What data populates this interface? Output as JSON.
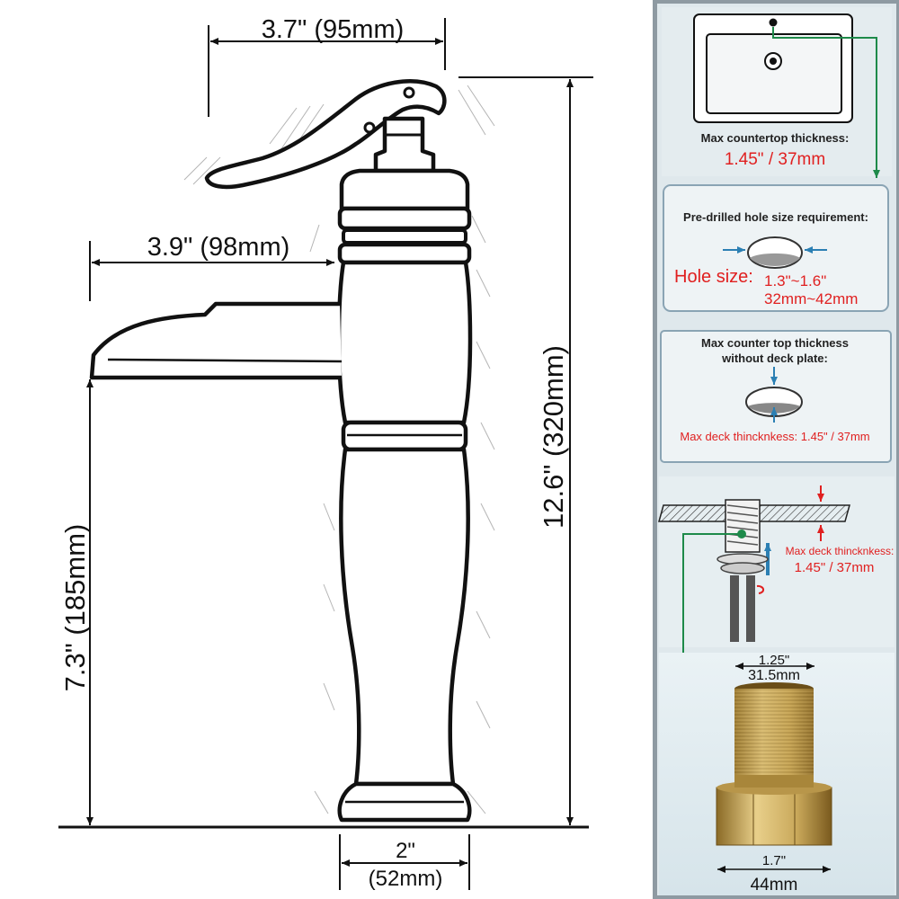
{
  "faucet": {
    "handle_reach": "3.7\" (95mm)",
    "spout_reach": "3.9\" (98mm)",
    "total_height": "12.6\" (320mm)",
    "spout_height": "7.3\" (185mm)",
    "base_diameter_in": "2\"",
    "base_diameter_mm": "(52mm)"
  },
  "panels": {
    "countertop": {
      "title": "Max countertop thickness:",
      "value": "1.45\" / 37mm"
    },
    "hole": {
      "title": "Pre-drilled hole size requirement:",
      "label": "Hole size:",
      "value_in": "1.3\"~1.6\"",
      "value_mm": "32mm~42mm"
    },
    "deck": {
      "title_line1": "Max counter top thickness",
      "title_line2": "without deck plate:",
      "value": "Max deck thincknkess: 1.45\" / 37mm"
    },
    "mount": {
      "label": "Max deck thincknkess:",
      "value": "1.45\" / 37mm"
    },
    "shank": {
      "top_in": "1.25\"",
      "top_mm": "31.5mm",
      "bottom_in": "1.7\"",
      "bottom_mm": "44mm"
    }
  },
  "colors": {
    "panel_bg": "#dfe8ec",
    "panel_border": "#8aa4b4",
    "accent_red": "#e02020",
    "arrow_green": "#1e8a4a",
    "brass": "#c9a85a"
  }
}
